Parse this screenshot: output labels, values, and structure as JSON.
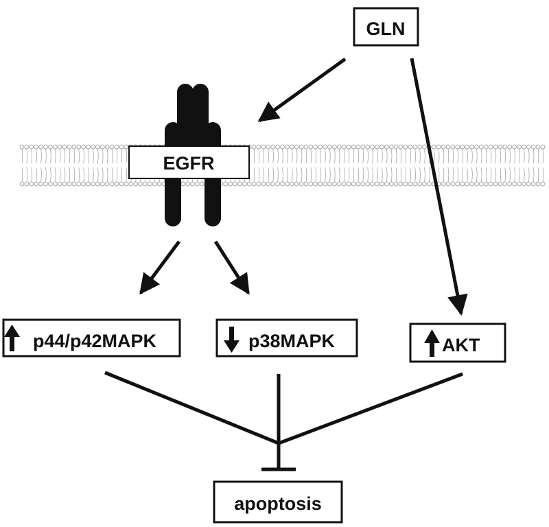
{
  "nodes": {
    "gln": "GLN",
    "egfr": "EGFR",
    "p44": "p44/p42MAPK",
    "p38": "p38MAPK",
    "akt": "AKT",
    "apoptosis": "apoptosis"
  },
  "colors": {
    "ink": "#111111",
    "membrane": "#9a9a9a",
    "background": "#ffffff"
  },
  "icons": {
    "p44": "arrow-up-icon",
    "p38": "arrow-down-icon",
    "akt": "arrow-up-icon",
    "membrane": "lipid-bilayer-icon",
    "receptor": "egfr-receptor-icon"
  }
}
